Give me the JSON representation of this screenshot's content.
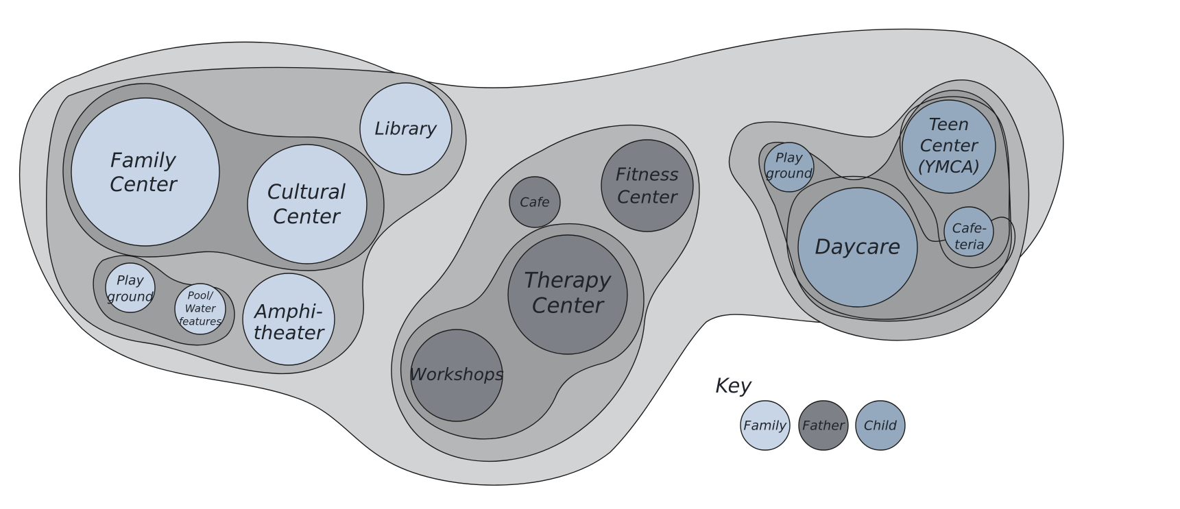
{
  "colors": {
    "background": "#ffffff",
    "outer_zone": "#d2d3d5",
    "mid_zone": "#b6b7b9",
    "inner_zone": "#9c9d9f",
    "family": "#c8d5e6",
    "father": "#7e8087",
    "child": "#94a9bd"
  },
  "spaces": {
    "family_center": [
      "Family",
      "Center"
    ],
    "cultural_center": [
      "Cultural",
      "Center"
    ],
    "library": [
      "Library"
    ],
    "play_ground_left": [
      "Play",
      "ground"
    ],
    "pool": [
      "Pool/",
      "Water",
      "features"
    ],
    "amphitheater": [
      "Amphi-",
      "theater"
    ],
    "cafe": [
      "Cafe"
    ],
    "fitness_center": [
      "Fitness",
      "Center"
    ],
    "therapy_center": [
      "Therapy",
      "Center"
    ],
    "workshops": [
      "Workshops"
    ],
    "play_ground_right": [
      "Play",
      "ground"
    ],
    "teen_center": [
      "Teen",
      "Center",
      "(YMCA)"
    ],
    "daycare": [
      "Daycare"
    ],
    "cafeteria": [
      "Cafe-",
      "teria"
    ]
  },
  "key": {
    "title": "Key",
    "items": [
      {
        "label": "Family",
        "color": "#c8d5e6"
      },
      {
        "label": "Father",
        "color": "#7e8087"
      },
      {
        "label": "Child",
        "color": "#94a9bd"
      }
    ]
  }
}
